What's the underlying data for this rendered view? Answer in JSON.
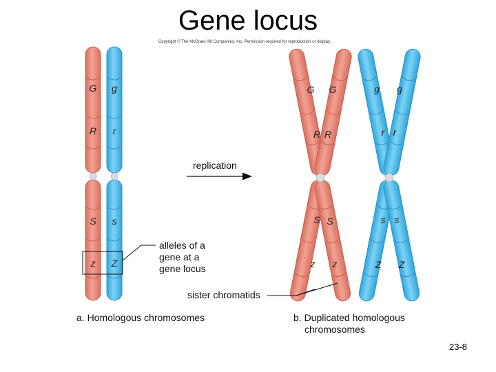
{
  "title": "Gene locus",
  "copyright": "Copyright © The McGraw-Hill Companies, Inc. Permission required for reproduction or display.",
  "panel_a": {
    "caption": "a. Homologous chromosomes",
    "red_alleles": [
      "G",
      "R",
      "S",
      "z"
    ],
    "blue_alleles": [
      "g",
      "r",
      "s",
      "Z"
    ],
    "locus_label": [
      "alleles of a",
      "gene at a",
      "gene locus"
    ]
  },
  "arrow_label": "replication",
  "panel_b": {
    "caption": [
      "b. Duplicated homologous",
      "chromosomes"
    ],
    "red_alleles": [
      "G",
      "R",
      "S",
      "z"
    ],
    "blue_alleles": [
      "g",
      "r",
      "s",
      "Z"
    ],
    "sister_label": "sister chromatids"
  },
  "slide_number": "23-8",
  "colors": {
    "red": "#e88979",
    "red_edge": "#c8604f",
    "blue": "#4cb9e8",
    "blue_edge": "#2a93c6",
    "centromere": "#d7dde2"
  }
}
